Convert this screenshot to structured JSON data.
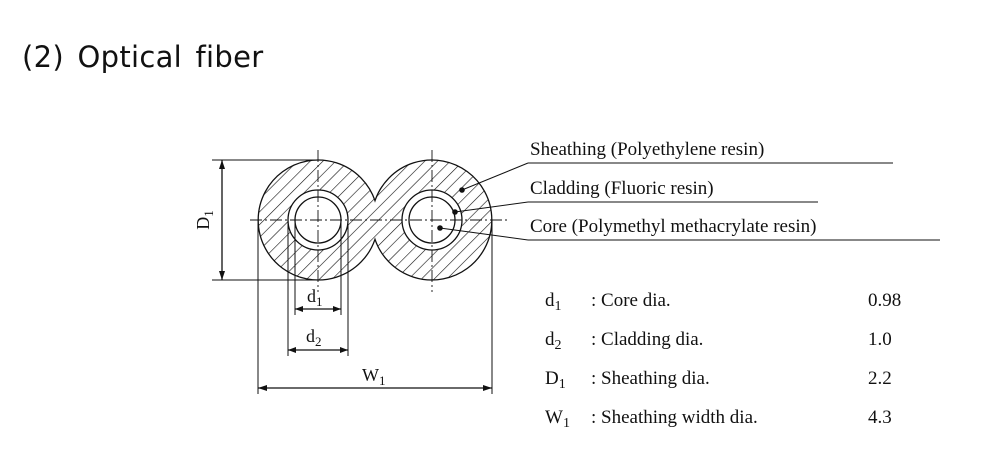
{
  "heading": "(2) Optical  fiber",
  "callouts": {
    "sheathing": "Sheathing (Polyethylene resin)",
    "cladding": "Cladding (Fluoric resin)",
    "core": "Core (Polymethyl methacrylate resin)"
  },
  "dimension_labels": {
    "D1": {
      "base": "D",
      "sub": "1"
    },
    "d1": {
      "base": "d",
      "sub": "1"
    },
    "d2": {
      "base": "d",
      "sub": "2"
    },
    "W1": {
      "base": "W",
      "sub": "1"
    }
  },
  "spec_table": [
    {
      "sym": "d",
      "sub": "1",
      "desc": ": Core dia.",
      "value": "0.98"
    },
    {
      "sym": "d",
      "sub": "2",
      "desc": ": Cladding dia.",
      "value": "1.0"
    },
    {
      "sym": "D",
      "sub": "1",
      "desc": ": Sheathing dia.",
      "value": "2.2"
    },
    {
      "sym": "W",
      "sub": "1",
      "desc": ": Sheathing width dia.",
      "value": "4.3"
    }
  ]
}
